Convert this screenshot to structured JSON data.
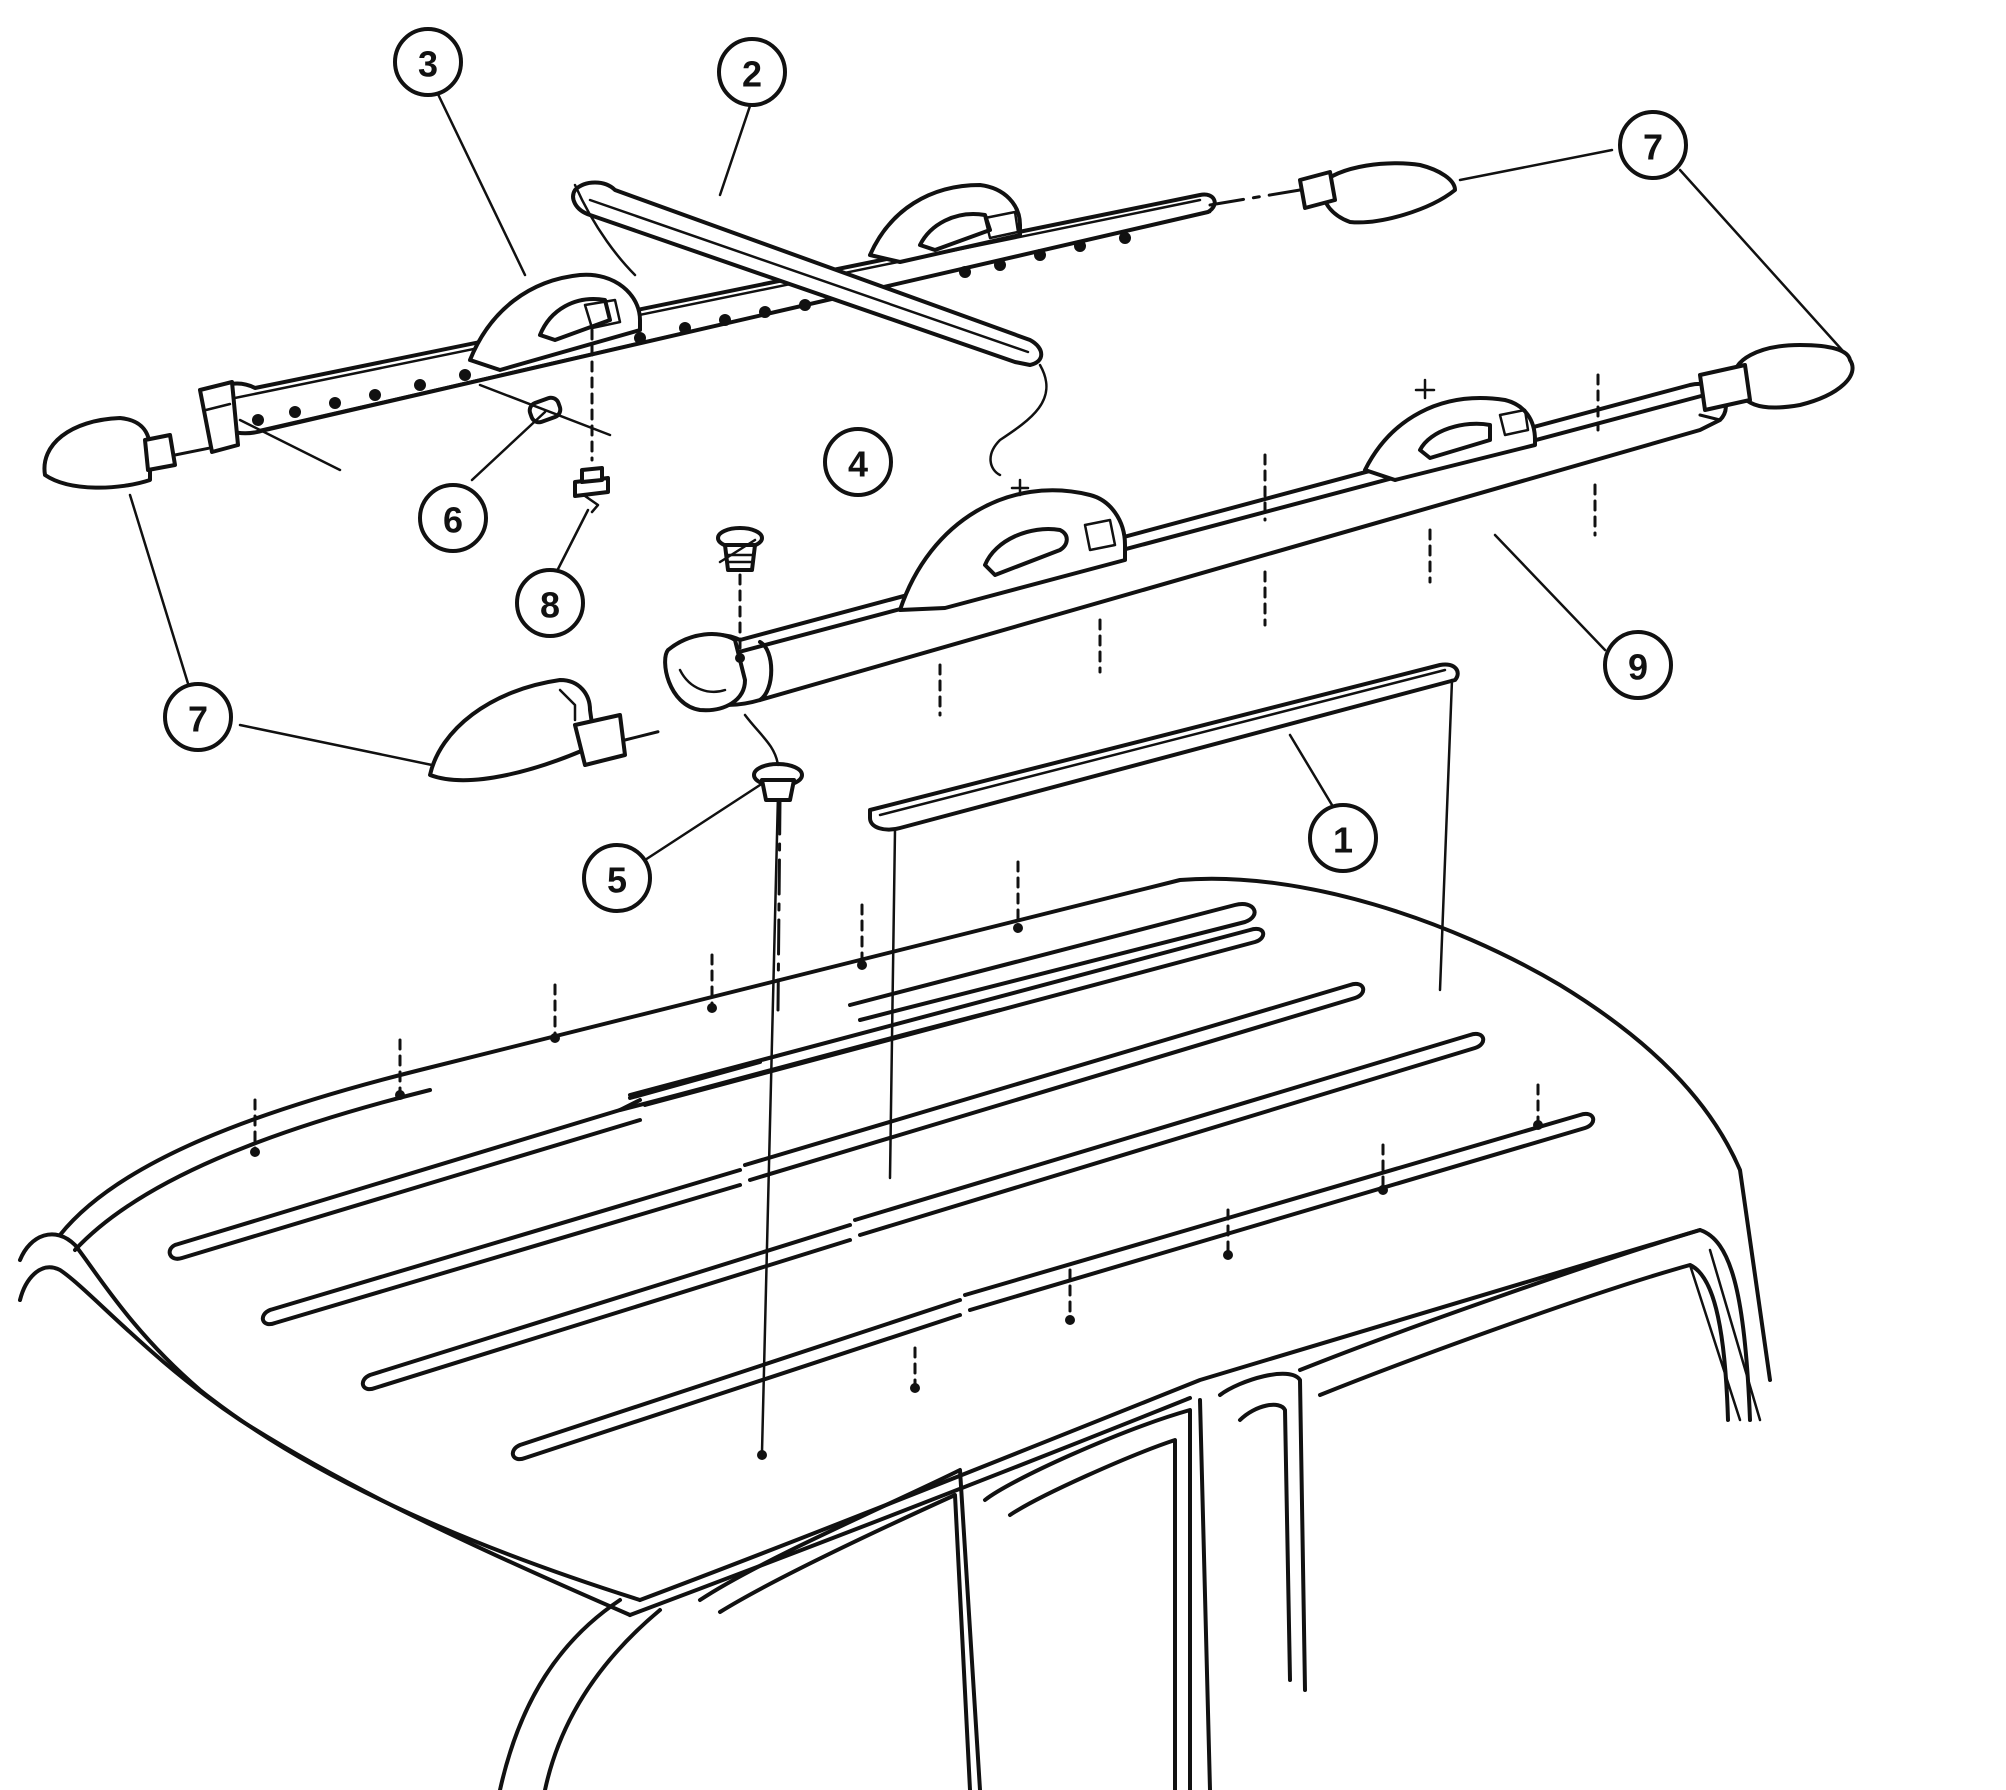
{
  "callouts": {
    "c1": "1",
    "c2": "2",
    "c3": "3",
    "c4": "4",
    "c5": "5",
    "c6": "6",
    "c7a": "7",
    "c7b": "7",
    "c7c": "7",
    "c8": "8",
    "c9": "9"
  },
  "colors": {
    "ink": "#111111",
    "paper": "#ffffff"
  }
}
